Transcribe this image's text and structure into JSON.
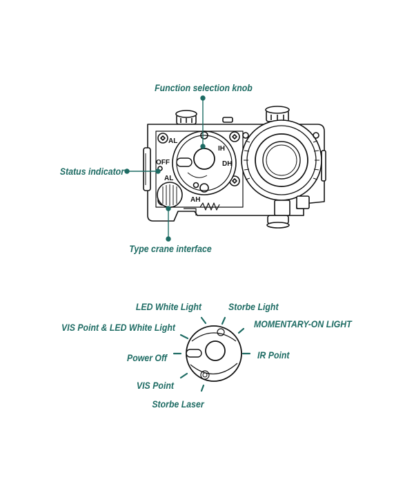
{
  "colors": {
    "accent": "#1d6b63",
    "line": "#111111"
  },
  "device_callouts": {
    "function_knob": "Function selection knob",
    "status_indicator": "Status indicator",
    "type_crane": "Type crane interface"
  },
  "device_markings": {
    "al_top": "AL",
    "ih": "IH",
    "off": "OFF",
    "dh": "DH",
    "al_bottom": "AL",
    "ah": "AH"
  },
  "knob_callouts": {
    "led_white_light": "LED White Light",
    "storbe_light": "Storbe Light",
    "vis_point_led": "VIS Point & LED White Light",
    "momentary_on": "MOMENTARY-ON LIGHT",
    "power_off": "Power Off",
    "ir_point": "IR Point",
    "vis_point": "VIS Point",
    "storbe_laser": "Storbe Laser"
  }
}
